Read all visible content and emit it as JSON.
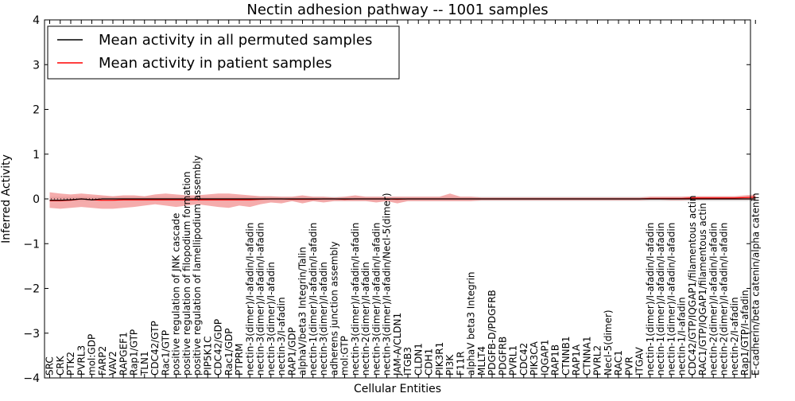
{
  "chart_data": {
    "type": "line",
    "title": "Nectin adhesion pathway -- 1001 samples",
    "xlabel": "Cellular Entities",
    "ylabel": "Inferred Activity",
    "ylim": [
      -4,
      4
    ],
    "yticks": [
      -4,
      -3,
      -2,
      -1,
      0,
      1,
      2,
      3,
      4
    ],
    "ytick_labels": [
      "−4",
      "−3",
      "−2",
      "−1",
      "0",
      "1",
      "2",
      "3",
      "4"
    ],
    "grid": false,
    "legend_position": "top-left",
    "categories": [
      "SRC",
      "CRK",
      "PTK2",
      "PVRL3",
      "mol:GDP",
      "FARP2",
      "VAV2",
      "RAPGEF1",
      "Rap1/GTP",
      "TLN1",
      "CDC42/GTP",
      "Rac1/GTP",
      "positive regulation of JNK cascade",
      "positive regulation of filopodium formation",
      "positive regulation of lamellipodium assembly",
      "PIP5K1C",
      "CDC42/GDP",
      "Rac1/GDP",
      "PTPRM",
      "nectin-3(dimer)/I-afadin/I-afadin",
      "nectin-3(dimer)/I-afadin/I-afadin",
      "nectin-3(dimer)/I-afadin",
      "nectin-3/I-afadin",
      "RAP1/GDP",
      "alphaV/beta3 Integrin/Talin",
      "nectin-1(dimer)/I-afadin/I-afadin",
      "nectin-3(dimer)/I-afadin",
      "adherens junction assembly",
      "mol:GTP",
      "nectin-3(dimer)/I-afadin/I-afadin",
      "nectin-2(dimer)/I-afadin",
      "nectin-3(dimer)/I-afadin/I-afadin",
      "nectin-3(dimer)/I-afadin/Necl-5(dimer)",
      "JAM-A/CLDN1",
      "ITGB3",
      "CLDN1",
      "CDH1",
      "PIK3R1",
      "PI3K",
      "F11R",
      "alphaV beta3 Integrin",
      "MLLT4",
      "PDGFB-D/PDGFRB",
      "PDGFRB",
      "PVRL1",
      "CDC42",
      "PIK3CA",
      "IQGAP1",
      "RAP1B",
      "CTNNB1",
      "RAP1A",
      "CTNNA1",
      "PVRL2",
      "Necl-5(dimer)",
      "RAC1",
      "PVR",
      "ITGAV",
      "nectin-1(dimer)/I-afadin/I-afadin",
      "nectin-1(dimer)/I-afadin/I-afadin",
      "nectin-1(dimer)/I-afadin/I-afadin",
      "nectin-1/I-afadin",
      "CDC42/GTP/IQGAP1/filamentous actin",
      "RAC1/GTP/IQGAP1/filamentous actin",
      "nectin-2(dimer)/I-afadin/I-afadin",
      "nectin-2(dimer)/I-afadin/I-afadin",
      "nectin-2/I-afadin",
      "Rap1/GTP/I-afadin",
      "E-cadherin/beta catenin/alpha catenin"
    ],
    "series": [
      {
        "name": "Mean activity in all permuted samples",
        "color": "#000000",
        "values": [
          -0.03,
          -0.03,
          -0.02,
          0.0,
          -0.02,
          0.0,
          0.0,
          0.0,
          0.0,
          0.0,
          0.0,
          0.0,
          0.0,
          0.0,
          0.0,
          0.0,
          0.0,
          0.0,
          0.0,
          0.0,
          0.0,
          0.0,
          0.0,
          0.0,
          0.0,
          0.0,
          0.0,
          0.0,
          0.0,
          0.0,
          0.0,
          0.0,
          0.0,
          0.0,
          0.0,
          0.0,
          0.0,
          0.0,
          0.0,
          0.0,
          0.0,
          0.0,
          0.0,
          0.0,
          0.0,
          0.0,
          0.0,
          0.0,
          0.0,
          0.0,
          0.0,
          0.0,
          0.0,
          0.0,
          0.0,
          0.0,
          0.0,
          0.0,
          0.0,
          0.0,
          0.0,
          0.0,
          0.0,
          0.0,
          0.0,
          0.0,
          0.0,
          0.0
        ],
        "band": {
          "color": "#999999",
          "lower": [
            -0.05,
            -0.05,
            -0.05,
            -0.05,
            -0.05,
            -0.05,
            -0.05,
            -0.05,
            -0.05,
            -0.05,
            -0.05,
            -0.05,
            -0.05,
            -0.05,
            -0.05,
            -0.05,
            -0.05,
            -0.05,
            -0.05,
            -0.05,
            -0.05,
            -0.05,
            -0.05,
            -0.05,
            -0.05,
            -0.05,
            -0.05,
            -0.05,
            -0.05,
            -0.05,
            -0.05,
            -0.05,
            -0.05,
            -0.05,
            -0.05,
            -0.05,
            -0.05,
            -0.05,
            -0.05,
            -0.05,
            -0.05,
            -0.05,
            -0.05,
            -0.05,
            -0.05,
            -0.05,
            -0.05,
            -0.05,
            -0.05,
            -0.05,
            -0.05,
            -0.05,
            -0.05,
            -0.05,
            -0.05,
            -0.05,
            -0.05,
            -0.05,
            -0.05,
            -0.05,
            -0.05,
            -0.05,
            -0.05,
            -0.05,
            -0.05,
            -0.05,
            -0.05,
            -0.05
          ],
          "upper": [
            0.05,
            0.05,
            0.05,
            0.05,
            0.05,
            0.05,
            0.05,
            0.05,
            0.05,
            0.05,
            0.05,
            0.05,
            0.05,
            0.05,
            0.05,
            0.05,
            0.05,
            0.05,
            0.05,
            0.05,
            0.05,
            0.05,
            0.05,
            0.05,
            0.05,
            0.05,
            0.05,
            0.05,
            0.05,
            0.05,
            0.05,
            0.05,
            0.05,
            0.05,
            0.05,
            0.05,
            0.05,
            0.05,
            0.05,
            0.05,
            0.05,
            0.05,
            0.05,
            0.05,
            0.05,
            0.05,
            0.05,
            0.05,
            0.05,
            0.05,
            0.05,
            0.05,
            0.05,
            0.05,
            0.05,
            0.05,
            0.05,
            0.05,
            0.05,
            0.05,
            0.05,
            0.05,
            0.05,
            0.05,
            0.05,
            0.05,
            0.05,
            0.05
          ]
        }
      },
      {
        "name": "Mean activity in patient samples",
        "color": "#ff0000",
        "values": [
          -0.04,
          -0.04,
          -0.03,
          0.0,
          -0.02,
          -0.03,
          -0.03,
          -0.02,
          -0.02,
          -0.02,
          -0.02,
          -0.02,
          -0.02,
          -0.02,
          -0.02,
          -0.02,
          -0.02,
          -0.02,
          -0.02,
          -0.02,
          -0.01,
          0.0,
          0.0,
          -0.01,
          -0.01,
          -0.01,
          0.0,
          0.0,
          -0.01,
          0.0,
          0.0,
          0.0,
          0.0,
          -0.01,
          0.0,
          0.0,
          0.0,
          0.0,
          0.0,
          0.0,
          0.0,
          0.0,
          0.0,
          0.0,
          0.0,
          0.0,
          0.0,
          0.0,
          0.0,
          0.0,
          0.0,
          0.0,
          0.0,
          0.0,
          0.0,
          0.0,
          0.0,
          0.01,
          0.01,
          0.01,
          0.01,
          0.02,
          0.02,
          0.02,
          0.02,
          0.02,
          0.03,
          0.04
        ],
        "band": {
          "color": "#f08080",
          "lower": [
            -0.2,
            -0.22,
            -0.2,
            -0.18,
            -0.2,
            -0.22,
            -0.22,
            -0.2,
            -0.18,
            -0.15,
            -0.12,
            -0.15,
            -0.18,
            -0.15,
            -0.12,
            -0.15,
            -0.18,
            -0.2,
            -0.15,
            -0.18,
            -0.12,
            -0.08,
            -0.1,
            -0.05,
            -0.1,
            -0.05,
            -0.08,
            -0.05,
            -0.05,
            -0.05,
            -0.05,
            -0.08,
            -0.05,
            -0.1,
            -0.05,
            -0.05,
            -0.05,
            -0.05,
            -0.05,
            -0.05,
            -0.05,
            -0.03,
            -0.03,
            -0.03,
            -0.03,
            -0.03,
            -0.03,
            -0.03,
            -0.03,
            -0.03,
            -0.03,
            -0.03,
            -0.03,
            -0.03,
            -0.03,
            -0.03,
            -0.03,
            -0.02,
            -0.02,
            -0.03,
            -0.03,
            -0.02,
            -0.02,
            -0.02,
            -0.02,
            -0.02,
            -0.02,
            -0.02
          ],
          "upper": [
            0.15,
            0.12,
            0.1,
            0.12,
            0.1,
            0.08,
            0.06,
            0.08,
            0.08,
            0.06,
            0.1,
            0.12,
            0.1,
            0.08,
            0.08,
            0.1,
            0.12,
            0.12,
            0.1,
            0.08,
            0.06,
            0.06,
            0.05,
            0.05,
            0.08,
            0.05,
            0.05,
            0.03,
            0.05,
            0.08,
            0.05,
            0.05,
            0.05,
            0.05,
            0.05,
            0.05,
            0.05,
            0.05,
            0.12,
            0.05,
            0.05,
            0.03,
            0.03,
            0.03,
            0.03,
            0.03,
            0.03,
            0.03,
            0.03,
            0.03,
            0.03,
            0.03,
            0.03,
            0.03,
            0.03,
            0.03,
            0.03,
            0.05,
            0.05,
            0.05,
            0.05,
            0.06,
            0.06,
            0.06,
            0.06,
            0.06,
            0.08,
            0.1
          ]
        }
      }
    ]
  }
}
